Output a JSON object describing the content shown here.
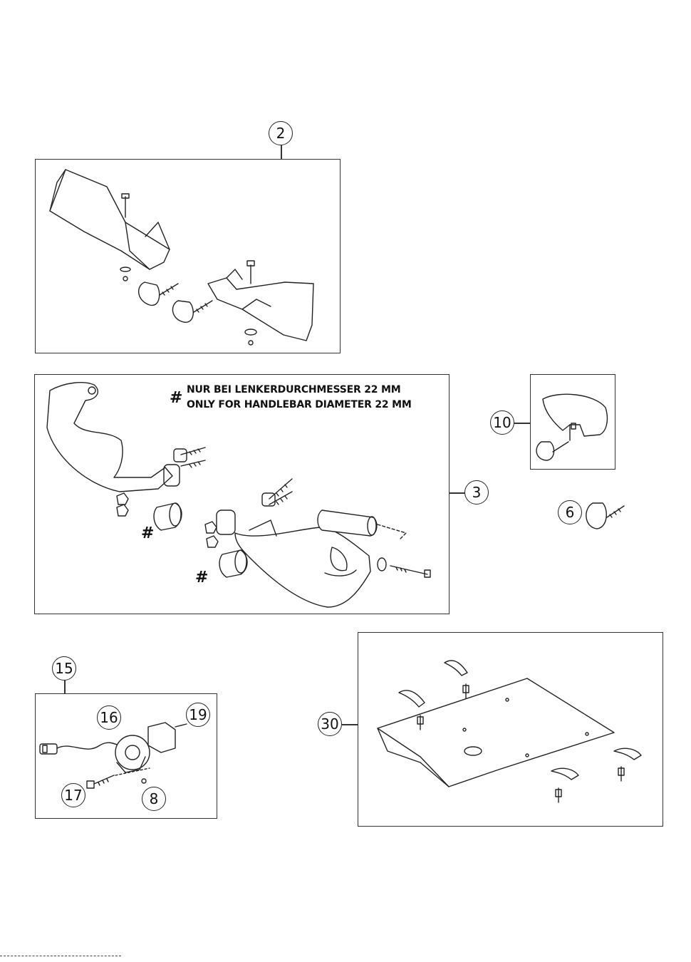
{
  "callouts": {
    "handguard_kit": "2",
    "handguard_set": "3",
    "tie_wrap": "6",
    "handguard_guard": "10",
    "light_kit": "15",
    "light_unit": "16",
    "light_screw": "17",
    "light_washer": "8",
    "light_cover": "19",
    "skid_plate": "30"
  },
  "notes": {
    "line_de": "NUR BEI LENKERDURCHMESSER 22 MM",
    "line_en": "ONLY FOR HANDLEBAR DIAMETER 22 MM",
    "marker": "#"
  }
}
